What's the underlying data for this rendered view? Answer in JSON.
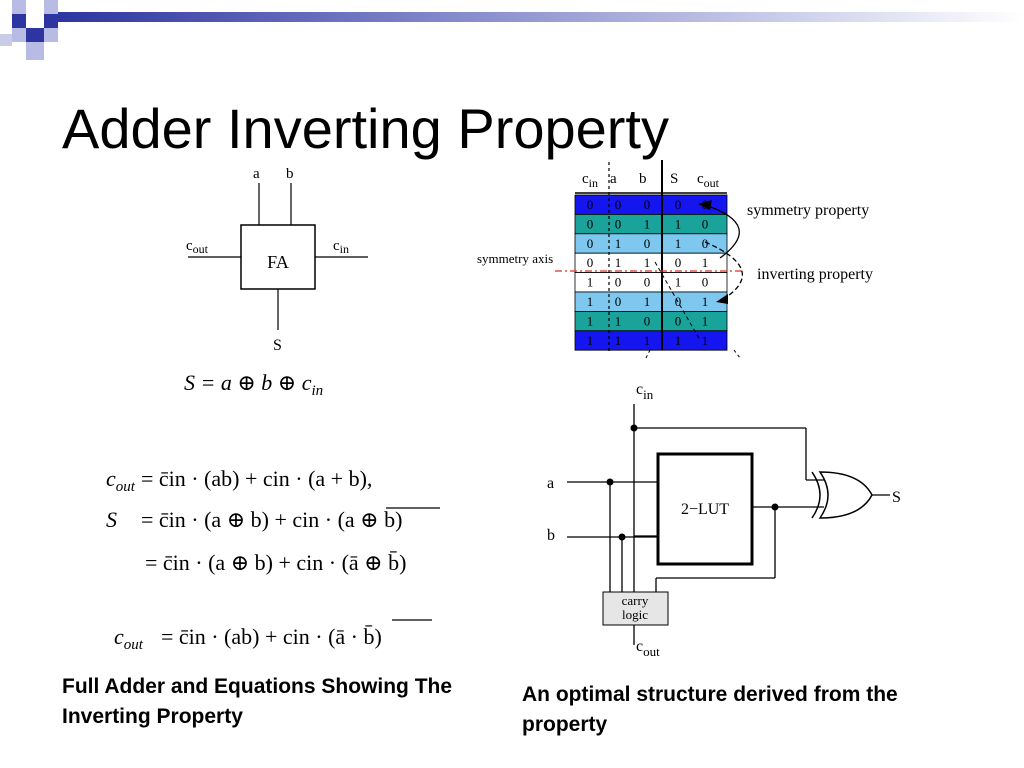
{
  "slide": {
    "title": "Adder Inverting Property",
    "caption_left": "Full Adder and Equations Showing The Inverting Property",
    "caption_right": "An optimal structure derived from the property"
  },
  "fa_block": {
    "label": "FA",
    "pin_a": "a",
    "pin_b": "b",
    "pin_cout": "c",
    "pin_cout_sub": "out",
    "pin_cin": "c",
    "pin_cin_sub": "in",
    "pin_s": "S"
  },
  "equations": {
    "sum_eq": "S = a ⊕ b ⊕ c",
    "sum_eq_sub": "in",
    "cout_eq_lhs": "c",
    "cout_eq_lhs_sub": "out",
    "cout_eq_rhs": "= c̄in · (ab) + cin · (a + b),",
    "s_line1_lhs": "S",
    "s_line1_rhs": "=   c̄in · (a ⊕ b) + cin · (a ⊕ b)",
    "s_line2_rhs": "=   c̄in · (a ⊕ b) + cin · (ā ⊕ b̄)",
    "cout_final_lhs": "c",
    "cout_final_lhs_sub": "out",
    "cout_final_rhs": "=   c̄in · (ab) + cin · (ā · b̄)"
  },
  "truth_table": {
    "headers": [
      "c",
      "a",
      "b",
      "S",
      "c"
    ],
    "header_subs": [
      "in",
      "",
      "",
      "",
      "out"
    ],
    "rows": [
      [
        "0",
        "0",
        "0",
        "0",
        "0"
      ],
      [
        "0",
        "0",
        "1",
        "1",
        "0"
      ],
      [
        "0",
        "1",
        "0",
        "1",
        "0"
      ],
      [
        "0",
        "1",
        "1",
        "0",
        "1"
      ],
      [
        "1",
        "0",
        "0",
        "1",
        "0"
      ],
      [
        "1",
        "0",
        "1",
        "0",
        "1"
      ],
      [
        "1",
        "1",
        "0",
        "0",
        "1"
      ],
      [
        "1",
        "1",
        "1",
        "1",
        "1"
      ]
    ],
    "row_colors": [
      "#1515f0",
      "#1aa39a",
      "#7ec8f0",
      "#ffffff",
      "#ffffff",
      "#7ec8f0",
      "#1aa39a",
      "#1515f0"
    ],
    "symmetry_axis_label": "symmetry axis",
    "symmetry_property_label": "symmetry property",
    "inverting_property_label": "inverting property"
  },
  "circuit": {
    "cin_label": "c",
    "cin_sub": "in",
    "a_label": "a",
    "b_label": "b",
    "lut_label": "2−LUT",
    "s_label": "S",
    "carry_line1": "carry",
    "carry_line2": "logic",
    "cout_label": "c",
    "cout_sub": "out"
  },
  "colors": {
    "deco_blue": "#2d35a0",
    "deco_light": "#9aa0d4"
  }
}
